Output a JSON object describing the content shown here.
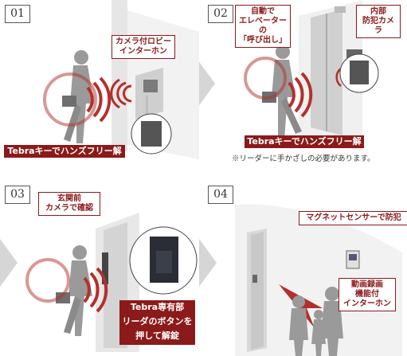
{
  "panels": [
    {
      "number": "01",
      "callout": "カメラ付ロビー\nインターホン",
      "action": "Tebraキーでハンズフリー解錠"
    },
    {
      "number": "02",
      "callout_left": "自動で\nエレベーターの\n「呼び出し」",
      "callout_right": "内部\n防犯カメラ",
      "action": "Tebraキーでハンズフリー解錠",
      "note": "※リーダーに手かざしの必要があります。"
    },
    {
      "number": "03",
      "callout": "玄関前\nカメラで確認",
      "action": "Tebra専有部\nリーダのボタンを\n押して解錠"
    },
    {
      "number": "04",
      "callout_top": "マグネットセンサーで防犯",
      "callout_bottom": "動画録画\n機能付\nインターホン"
    }
  ],
  "colors": {
    "accent": "#8b1a1a",
    "wave": "#b3302a",
    "figure": "#9a9a9a",
    "arrow": "#d6d6d6"
  }
}
